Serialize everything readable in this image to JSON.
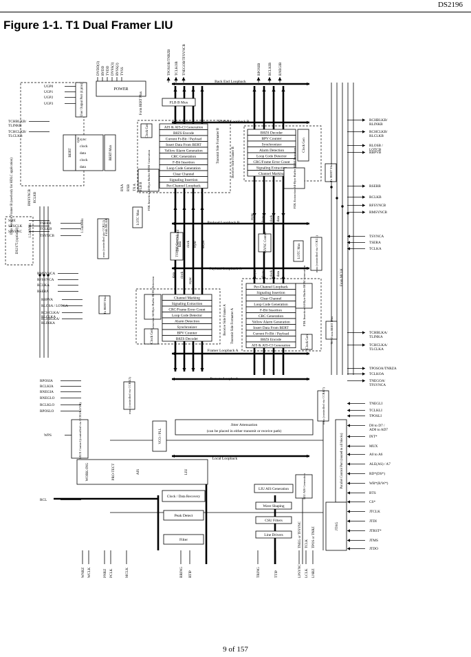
{
  "header": {
    "doc_code": "DS2196"
  },
  "title": "Figure 1-1. T1 Dual Framer LIU",
  "footer": {
    "page": "9 of 157"
  },
  "diagram": {
    "left_signals": [
      "UGP0",
      "UGP1",
      "UGP2",
      "UGP3",
      "TCHBLKB/TLINKB",
      "TCHCLKB/TLCLKB",
      "SSIE",
      "SYSCLK",
      "SFSYNC",
      "TSERB",
      "TCLKB",
      "TSYNCB",
      "RMSYNCA",
      "RFSYNCA",
      "RCLKA",
      "RSERA",
      "RBPVA",
      "RLOSA / LOTCA",
      "RCHCLKA/RLCLKA",
      "RCHBLKA/RLINKA",
      "RPOSIA",
      "RCLKIA",
      "RNEGIA",
      "RNEGLO",
      "RCLKLO",
      "RPOSLO",
      "WPS",
      "RCL"
    ],
    "right_signals": [
      "RCHBLKB/RLINKB",
      "RCHCLKB/RLCLKB",
      "RLOSB / LOTCB",
      "RBPVB",
      "RSERB",
      "RCLKB",
      "RFSYNCB",
      "RMSYNCB",
      "TSYNCA",
      "TSERA",
      "TCLKA",
      "TCHBLKA/TLINKA",
      "TCHCLKA/TLCLKA",
      "TPOSOA/TNRZA",
      "TCLKOA",
      "TNEGOA/TFSYNCA",
      "TNEGLI",
      "TCLKLI",
      "TPOSLI",
      "D0 to D7 / AD0 to AD7",
      "INT*",
      "MUX",
      "A0 to A6",
      "ALE(AS) / A7",
      "RD*(DS*)",
      "WR*(R/W*)",
      "BTS",
      "CS*",
      "JTCLK",
      "JTDI",
      "JTRST*",
      "JTMS",
      "JTDO"
    ],
    "top_signals": [
      "DVDD(3)",
      "RVDD",
      "TVDD",
      "DVSS(3)",
      "RVSS(2)",
      "TVSS",
      "TPOSOB/TNRZB",
      "TCLKOB",
      "TNEGOB/TFSYNCB",
      "RPOSIB",
      "RCLKIB",
      "RNEGIB"
    ],
    "bottom_signals": [
      "WNRZ",
      "WCLK",
      "PNRZ",
      "PCLK",
      "MCLK",
      "RRING",
      "RTIP",
      "TRING",
      "TTIP",
      "LPSYNC",
      "LCLK",
      "LNRZ"
    ],
    "bottom_notes": [
      "TNEG or TFSYNC",
      "TCLK",
      "TPOS or TNRZ"
    ],
    "rot_labels": [
      "Form BERT Mux",
      "DS2175 (optional)",
      "Data Receive Framer B (used only for HDLC application)",
      "RMSYNCB",
      "RCLKB",
      "1.544MHz",
      "TSYNC Control",
      "1.544MHz",
      "From MCLK",
      "From MCLK",
      "Receive Side Framer B",
      "Transmit Side Formatter B",
      "Receive Side Framer A",
      "Transmit Side Formatter A",
      "mux (controlled via CCR2.1)",
      "mux (controlled via CCR2.1)",
      "mux (controlled via CCR4.2)",
      "mux (controlled via CCR4.7)",
      "To BERT Mux",
      "To BERT Mux",
      "To / From BERT Mux",
      "To / From BERT Mux",
      "rsync",
      "fsync",
      "clock",
      "data",
      "data",
      "clock",
      "fsync",
      "msync",
      "msync",
      "fsync",
      "clock",
      "data",
      "data",
      "clock",
      "sync",
      "rsync"
    ],
    "power": {
      "label": "POWER"
    },
    "user_port": {
      "label": "User Output Port (4 pins)"
    },
    "bert": {
      "label": "BERT",
      "ports": [
        "sync",
        "clock",
        "data",
        "clock",
        "data"
      ]
    },
    "bert_mux": {
      "label": "BERT Mux"
    },
    "flb_mux": {
      "label": "FLB B Mux"
    },
    "clock_gen": {
      "label": "Clock Gen"
    },
    "rx_b": [
      "B8ZS Decoder",
      "BPV Counter",
      "Synchronizer",
      "Alarm Detection",
      "Loop Code Detector",
      "CRC/Frame Error Count",
      "Signaling Extraction",
      "Channel Marking"
    ],
    "tx_b": [
      "AIS & AIS-CI Generation",
      "B8ZS Encode",
      "Current Fr-Bit / Payload",
      "Insert Data From BERT",
      "Yellow Alarm Generation",
      "CRC Generation",
      "F-Bit Insertion",
      "Loop Code Generation",
      "Clear Channel",
      "Signaling Insertion",
      "Per-Channel Loopback"
    ],
    "fdl_b_left": "FDL Insertion 64-Byte Buffer BOM Generation",
    "fdl_b_right": "FDL Extraction 64-Byte Buffer BOM Detection",
    "bert_sigs": [
      "RXA",
      "RXB",
      "TX A",
      "FLB B"
    ],
    "lotc_mux": {
      "label": "LOTC Mux"
    },
    "tsync_ctrl": {
      "label": "TSYNC Control"
    },
    "rx_a": [
      "Channel Marking",
      "Signaling Extraction",
      "CRC/Frame Error Count",
      "Loop Code Detector",
      "Alarm Detection",
      "Synchronizer",
      "BPV Counter",
      "B8ZS Decoder"
    ],
    "tx_a": [
      "Per-Channel Loopback",
      "Signaling Insertion",
      "Clear Channel",
      "Loop Code Generation",
      "F-Bit Insertion",
      "CRC Generation",
      "Yellow Alarm Generation",
      "Insert Data From BERT",
      "Current Fr-Bit / Payload",
      "B8ZS Encode",
      "AIS & AIS-CI Generation"
    ],
    "fdl_a_left": "FDL Extraction 64-Byte Buffer BOM Detection",
    "fdl_a_right": "FDL Insertion 64-Byte Buffer BOM Generation",
    "loopbacks": [
      "Back End Loopback",
      "Framer Loopback B",
      "Payload Loopback B",
      "Payload Loopback A",
      "Framer Loopback A",
      "Remote Loopback",
      "Local Loopback"
    ],
    "jitter": {
      "line1": "Jitter Attenuation",
      "line2": "(can be placed in either transmit or receive path)"
    },
    "data_source": {
      "label": "Data Source MUX Control (controlled via CCR1A.2/3/4)"
    },
    "vco": {
      "label": "VCO / PLL"
    },
    "work": {
      "label": "WORK-ING"
    },
    "prot": {
      "label": "PRO-TECT"
    },
    "ais": {
      "label": "AIS"
    },
    "liu": {
      "label": "LIU"
    },
    "clock_data_recovery": {
      "label": "Clock / Data Recovery"
    },
    "peak_detect": {
      "label": "Peak Detect"
    },
    "filter": {
      "label": "Filter"
    },
    "liu_ais": {
      "label": "LIU AIS Generation"
    },
    "liu_ais_2": {
      "label": "LIU AIS Generation"
    },
    "wave_shaping": {
      "label": "Wave Shaping"
    },
    "csu_filters": {
      "label": "CSU Filters"
    },
    "line_drivers": {
      "label": "Line Drivers"
    },
    "parallel_port": {
      "label": "Parallel Control Port (routed to all blocks)"
    },
    "jtag": {
      "label": "JTAG"
    }
  }
}
